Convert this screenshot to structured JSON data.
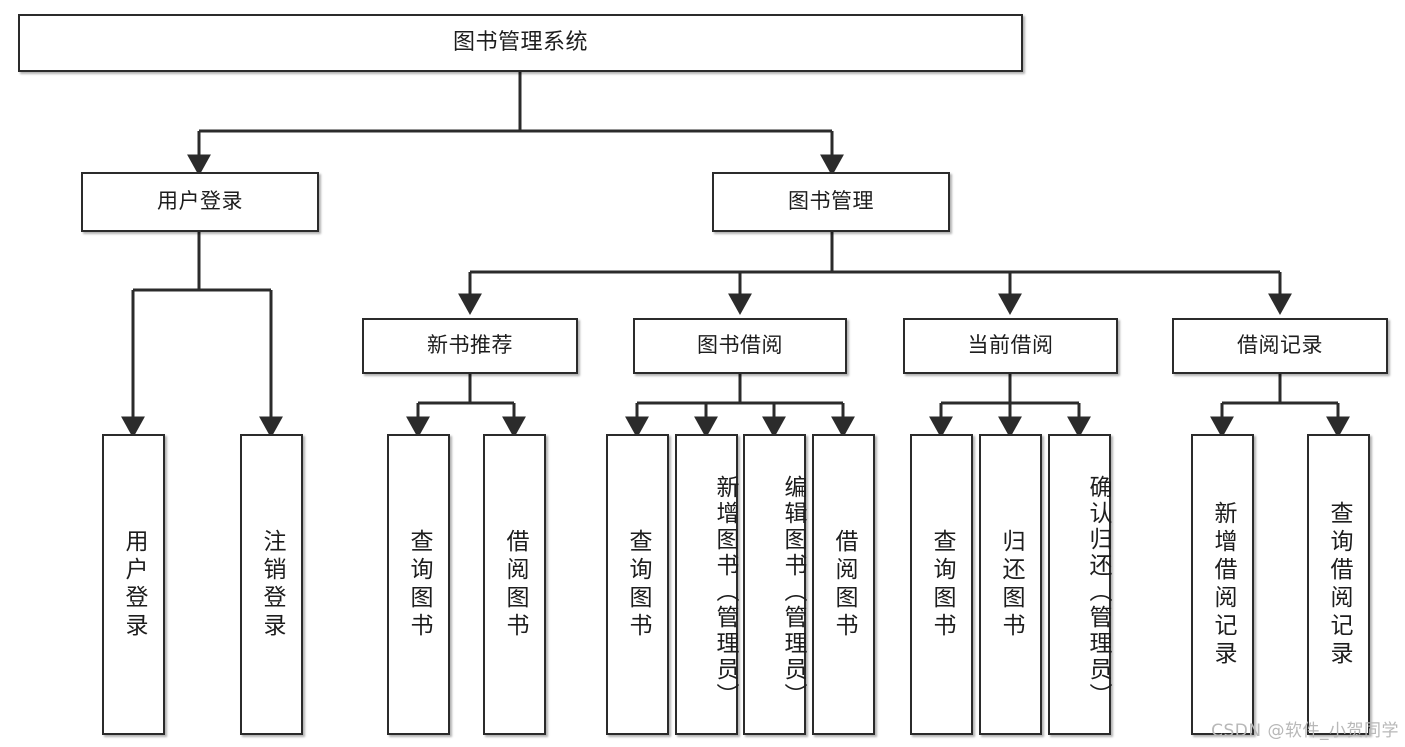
{
  "diagram": {
    "type": "tree-hierarchy",
    "title": "图书管理系统",
    "watermark": "CSDN @软件_小贺同学",
    "colors": {
      "background": "#ffffff",
      "border": "#2b2b2b",
      "text": "#1d1d1d",
      "edge": "#2b2b2b",
      "watermark": "#b8b8b8"
    },
    "levels": {
      "root": {
        "label": "图书管理系统"
      },
      "level2": [
        {
          "label": "用户登录"
        },
        {
          "label": "图书管理"
        }
      ],
      "level3": [
        {
          "label": "新书推荐"
        },
        {
          "label": "图书借阅"
        },
        {
          "label": "当前借阅"
        },
        {
          "label": "借阅记录"
        }
      ],
      "leaves": [
        {
          "label": "用户登录",
          "parent": "用户登录"
        },
        {
          "label": "注销登录",
          "parent": "用户登录"
        },
        {
          "label": "查询图书",
          "parent": "新书推荐"
        },
        {
          "label": "借阅图书",
          "parent": "新书推荐"
        },
        {
          "label": "查询图书",
          "parent": "图书借阅"
        },
        {
          "label": "新增图书（管理员）",
          "parent": "图书借阅"
        },
        {
          "label": "编辑图书（管理员）",
          "parent": "图书借阅"
        },
        {
          "label": "借阅图书",
          "parent": "图书借阅"
        },
        {
          "label": "查询图书",
          "parent": "当前借阅"
        },
        {
          "label": "归还图书",
          "parent": "当前借阅"
        },
        {
          "label": "确认归还（管理员）",
          "parent": "当前借阅"
        },
        {
          "label": "新增借阅记录",
          "parent": "借阅记录"
        },
        {
          "label": "查询借阅记录",
          "parent": "借阅记录"
        }
      ]
    }
  }
}
